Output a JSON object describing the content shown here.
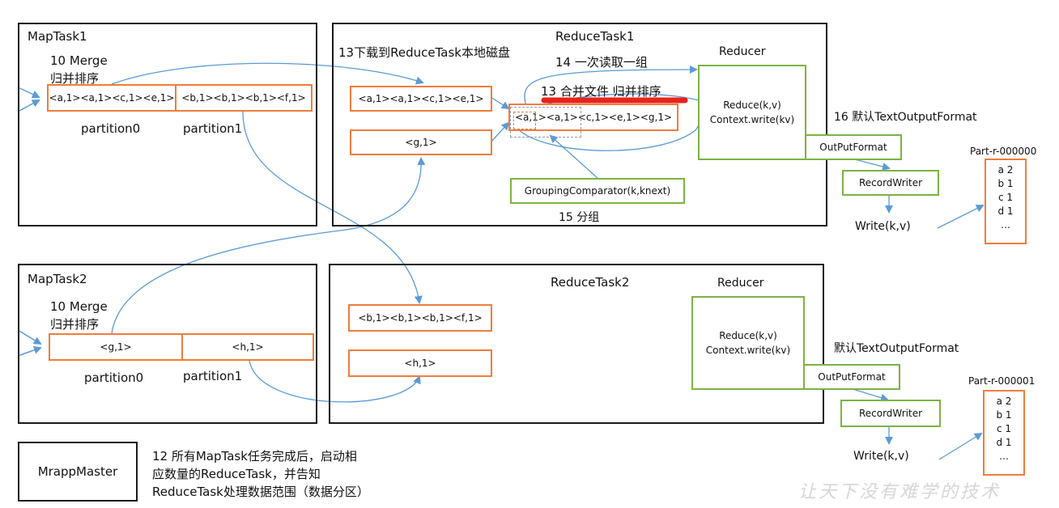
{
  "maptask1": {
    "title": "MapTask1",
    "merge_line1": "10 Merge",
    "merge_line2": "归并排序",
    "partition0_content": "<a,1><a,1><c,1><e,1>",
    "partition1_content": "<b,1><b,1><b,1><f,1>",
    "partition0_label": "partition0",
    "partition1_label": "partition1"
  },
  "maptask2": {
    "title": "MapTask2",
    "merge_line1": "10 Merge",
    "merge_line2": "归并排序",
    "partition0_content": "<g,1>",
    "partition1_content": "<h,1>",
    "partition0_label": "partition0",
    "partition1_label": "partition1"
  },
  "reducetask1": {
    "title": "ReduceTask1",
    "download_label": "13下载到ReduceTask本地磁盘",
    "read_group_label": "14 一次读取一组",
    "merge_sort_label": "13 合并文件 归并排序",
    "file1": "<a,1><a,1><c,1><e,1>",
    "file2": "<g,1>",
    "merged": "<a,1><a,1><c,1><e,1><g,1>",
    "grouping_comparator": "GroupingComparator(k,knext)",
    "group_label": "15 分组",
    "reducer_title": "Reducer",
    "reduce_call": "Reduce(k,v)",
    "context_write": "Context.write(kv)",
    "output_format_label": "16 默认TextOutputFormat",
    "output_format_box": "OutPutFormat",
    "record_writer": "RecordWriter",
    "write_call": "Write(k,v)",
    "part_file": "Part-r-000000",
    "part_lines": [
      "a 2",
      "b 1",
      "c 1",
      "d 1",
      "…"
    ]
  },
  "reducetask2": {
    "title": "ReduceTask2",
    "file1": "<b,1><b,1><b,1><f,1>",
    "file2": "<h,1>",
    "reducer_title": "Reducer",
    "reduce_call": "Reduce(k,v)",
    "context_write": "Context.write(kv)",
    "output_format_label": "默认TextOutputFormat",
    "output_format_box": "OutPutFormat",
    "record_writer": "RecordWriter",
    "write_call": "Write(k,v)",
    "part_file": "Part-r-000001",
    "part_lines": [
      "a 2",
      "b 1",
      "c 1",
      "d 1",
      "…"
    ]
  },
  "mrappmaster": {
    "label": "MrappMaster",
    "note_line1": "12 所有MapTask任务完成后，启动相",
    "note_line2": "应数量的ReduceTask，并告知",
    "note_line3": "ReduceTask处理数据范围（数据分区）"
  },
  "watermark": "让天下没有难学的技术",
  "colors": {
    "orange": "#ef7d3b",
    "green": "#7cb342",
    "blue_arrow": "#5b9bd5",
    "red_underline": "#e8231b",
    "panel_border": "#1a1a1a"
  }
}
